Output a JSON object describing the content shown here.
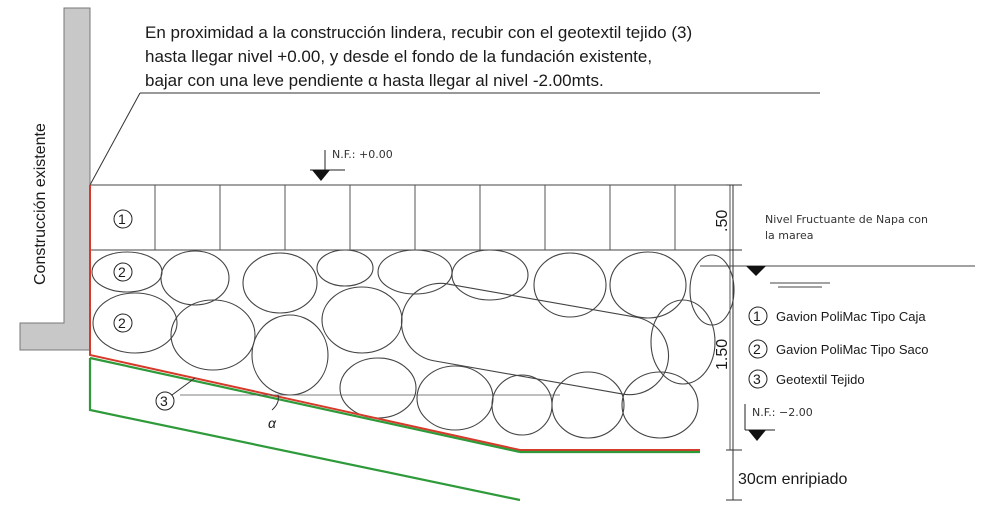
{
  "note": {
    "line1": "En proximidad a la construcción lindera, recubir con el geotextil tejido (3)",
    "line2": "hasta llegar nivel +0.00, y desde el fondo de la fundación existente,",
    "line3": "bajar con una leve pendiente α hasta llegar al nivel -2.00mts."
  },
  "wall_label": "Construcción existente",
  "levels": {
    "top": "N.F.: +0.00",
    "bottom": "N.F.: −2.00",
    "fluctuating_line1": "Nivel Fructuante de Napa con",
    "fluctuating_line2": "la marea"
  },
  "dimensions": {
    "box_height": ".50",
    "sack_height": "1.50",
    "riprap": "30cm enripiado"
  },
  "markers": {
    "box": "1",
    "sack": "2",
    "geotextile": "3",
    "angle": "α"
  },
  "legend": [
    {
      "number": "1",
      "text": "Gavion PoliMac Tipo Caja"
    },
    {
      "number": "2",
      "text": "Gavion PoliMac Tipo Saco"
    },
    {
      "number": "3",
      "text": "Geotextil Tejido"
    }
  ],
  "colors": {
    "wall_fill": "#c8c8c8",
    "geotextile_line": "#d63a2a",
    "riprap_line": "#2e9a3a"
  }
}
